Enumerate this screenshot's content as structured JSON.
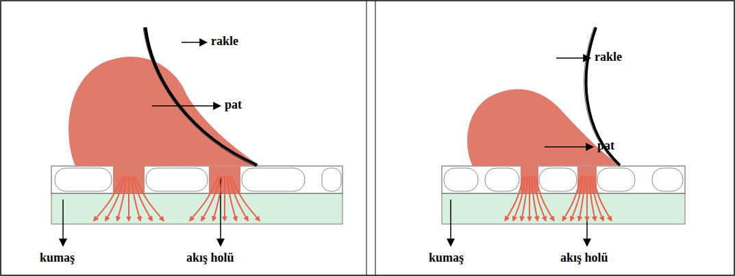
{
  "diagram": {
    "labels": [
      "rakle",
      "pat",
      "kumaş",
      "akış holü",
      "rakle",
      "pat",
      "kumaş",
      "akış holü"
    ]
  }
}
